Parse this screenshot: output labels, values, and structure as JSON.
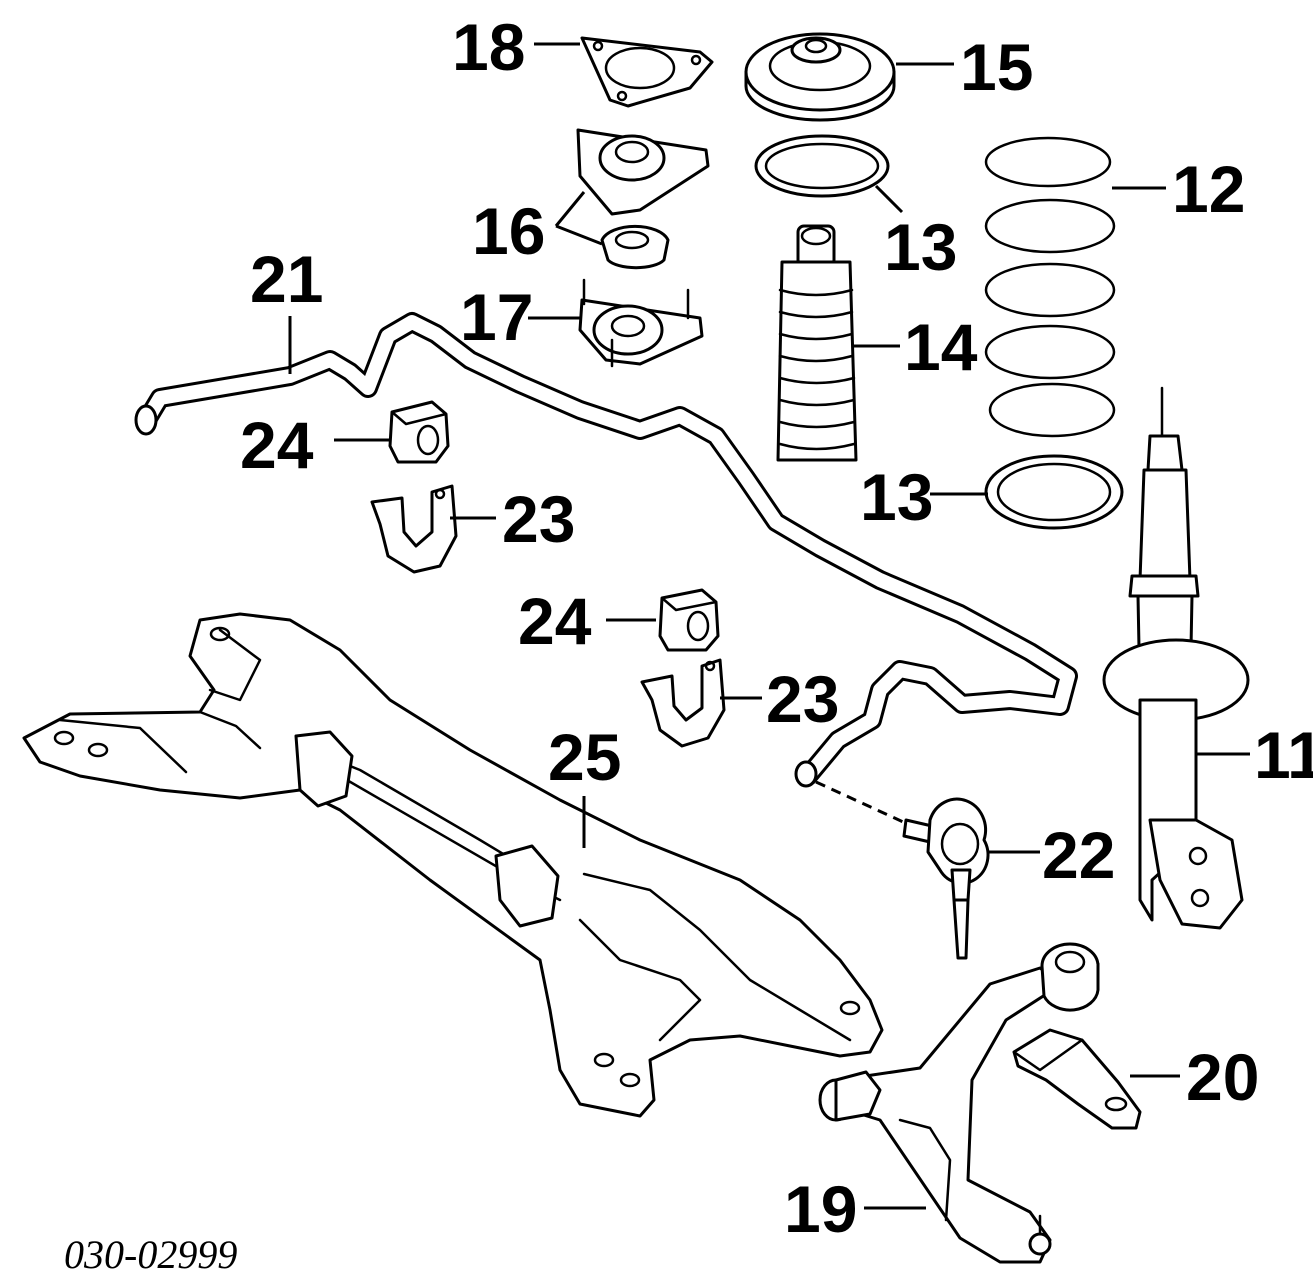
{
  "diagram": {
    "labels": {
      "p11": "11",
      "p12": "12",
      "p13a": "13",
      "p13b": "13",
      "p14": "14",
      "p15": "15",
      "p16": "16",
      "p17": "17",
      "p18": "18",
      "p19": "19",
      "p20": "20",
      "p21": "21",
      "p22": "22",
      "p23a": "23",
      "p23b": "23",
      "p24a": "24",
      "p24b": "24",
      "p25": "25"
    },
    "diagram_code": "030-02999"
  }
}
